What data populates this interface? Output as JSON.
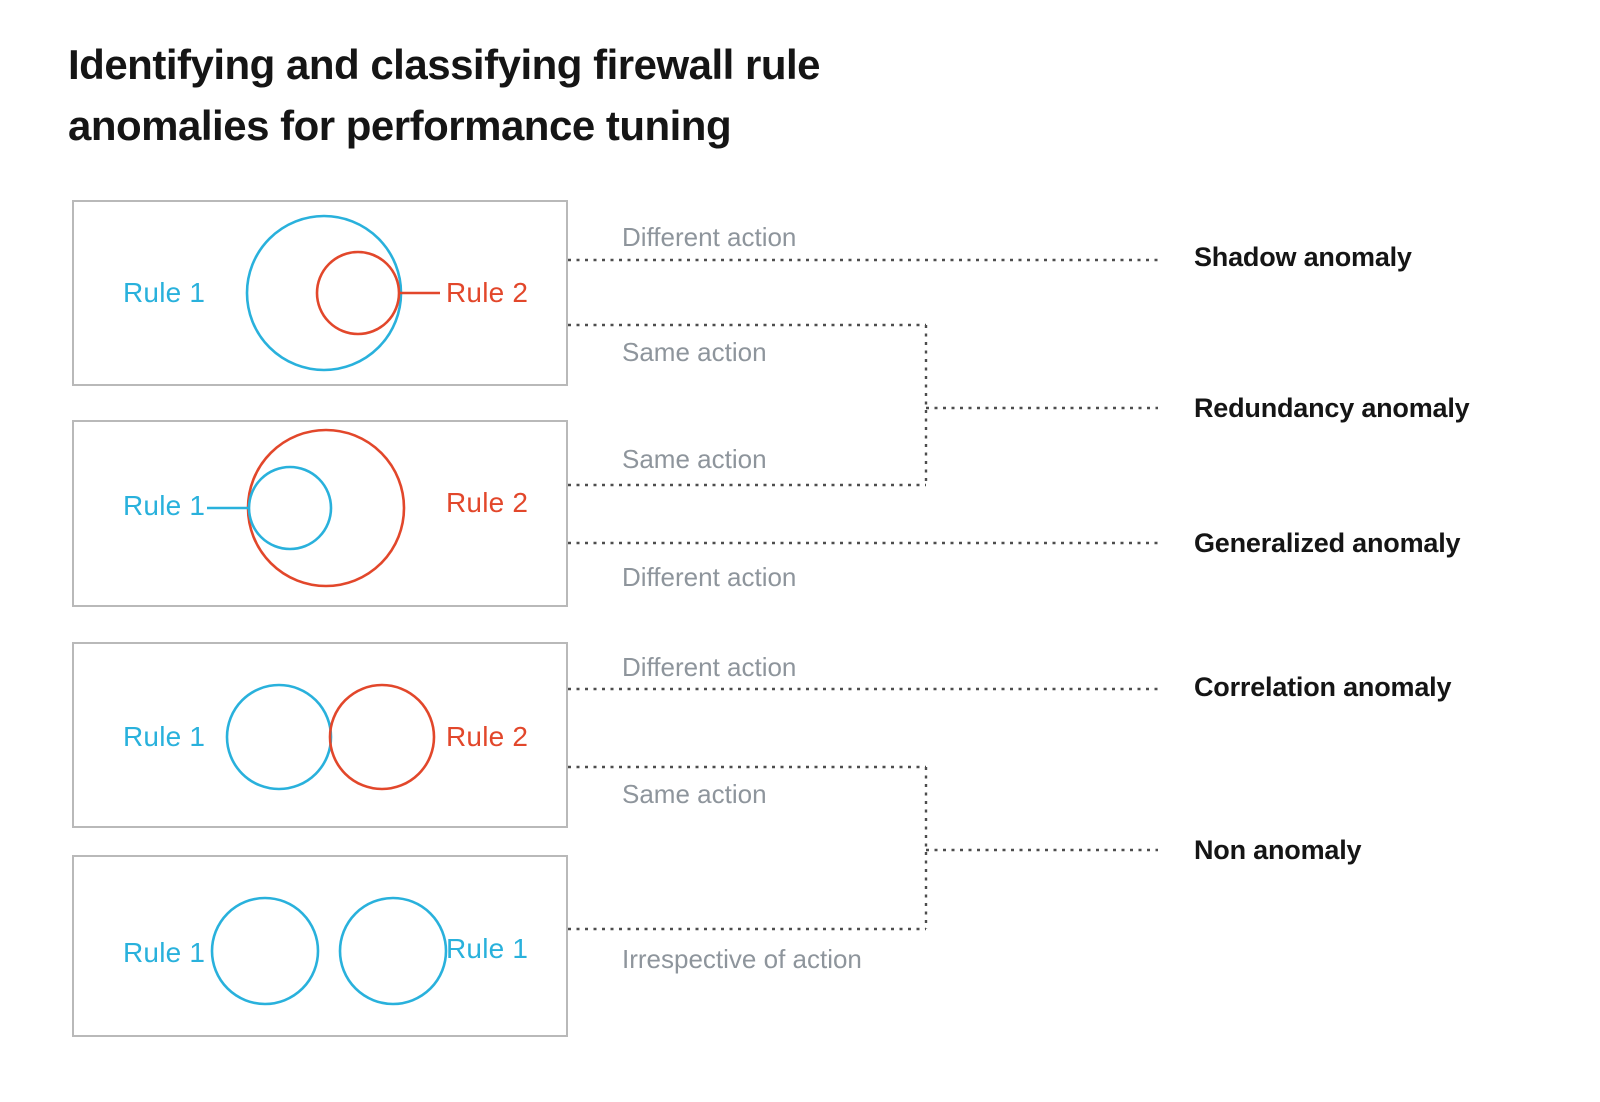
{
  "title": {
    "line1": "Identifying and classifying firewall rule",
    "line2": "anomalies for performance tuning"
  },
  "colors": {
    "rule1": "#29b1dc",
    "rule2": "#e2472b",
    "muted": "#8e959c",
    "ink": "#151515",
    "border": "#b9b9b9",
    "dotted": "#4d4d4d",
    "bg": "#ffffff"
  },
  "panels": [
    {
      "case": "shadow",
      "left_label": "Rule 1",
      "right_label": "Rule 2"
    },
    {
      "case": "generalized",
      "left_label": "Rule 1",
      "right_label": "Rule 2"
    },
    {
      "case": "correlation",
      "left_label": "Rule 1",
      "right_label": "Rule 2"
    },
    {
      "case": "non-anomaly",
      "left_label": "Rule 1",
      "right_label": "Rule 1"
    }
  ],
  "conditions": [
    {
      "label": "Different action"
    },
    {
      "label": "Same action"
    },
    {
      "label": "Same action"
    },
    {
      "label": "Different action"
    },
    {
      "label": "Different action"
    },
    {
      "label": "Same action"
    },
    {
      "label": "Irrespective of action"
    }
  ],
  "anomalies": [
    {
      "label": "Shadow anomaly"
    },
    {
      "label": "Redundancy anomaly"
    },
    {
      "label": "Generalized anomaly"
    },
    {
      "label": "Correlation anomaly"
    },
    {
      "label": "Non anomaly"
    }
  ]
}
